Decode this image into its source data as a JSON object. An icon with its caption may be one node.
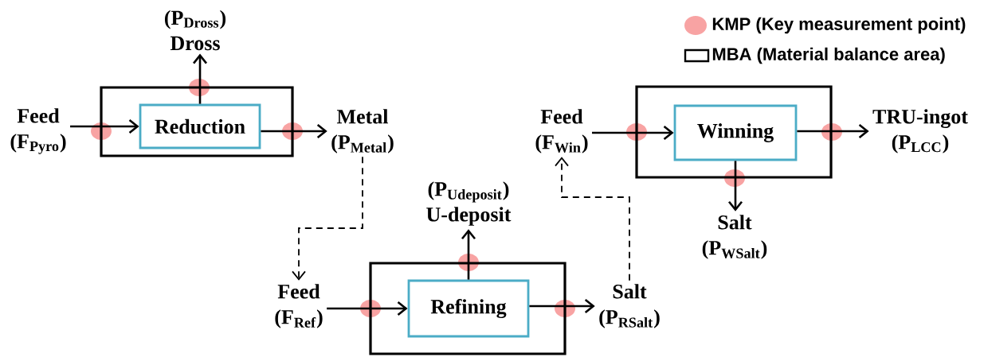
{
  "diagram": {
    "nodes": [
      {
        "text": [],
        "shape": "box"
      },
      {
        "text": [
          "Reduction"
        ],
        "in": 0
      },
      {
        "text": [
          "Feed",
          "(F$_{Pyro}$)"
        ]
      },
      {
        "text": [
          "Metal",
          "(P$_{Metal}$)"
        ]
      },
      {
        "text": [
          "(P$_{Dross}$)",
          "Dross"
        ]
      },
      {
        "text": [],
        "shape": "box"
      },
      {
        "text": [
          "Refining"
        ],
        "in": 5
      },
      {
        "text": [
          "Feed",
          "(F$_{Ref}$)"
        ]
      },
      {
        "text": [
          "Salt",
          "(P$_{RSalt}$)"
        ]
      },
      {
        "text": [
          "(P$_{Udeposit}$)",
          "U-deposit"
        ]
      },
      {
        "text": [],
        "shape": "box"
      },
      {
        "text": [
          "Winning"
        ],
        "in": 10
      },
      {
        "text": [
          "Feed",
          "(F$_{Win}$)"
        ]
      },
      {
        "text": [
          "TRU-ingot",
          "(P$_{LCC}$)"
        ]
      },
      {
        "text": [
          "Salt",
          "(P$_{WSalt}$)"
        ]
      }
    ],
    "edges": [
      {
        "from": 2,
        "to": 1,
        "arrow": "to"
      },
      {
        "from": 1,
        "to": 4,
        "arrow": "to"
      },
      {
        "from": 1,
        "to": 3,
        "arrow": "to"
      },
      {
        "from": 3,
        "to": 7,
        "arrow": "to",
        "style": "dashed"
      },
      {
        "from": 7,
        "to": 6,
        "arrow": "to"
      },
      {
        "from": 6,
        "to": 9,
        "arrow": "to"
      },
      {
        "from": 6,
        "to": 8,
        "arrow": "to"
      },
      {
        "from": 8,
        "to": 12,
        "arrow": "to",
        "style": "dashed"
      },
      {
        "from": 12,
        "to": 11,
        "arrow": "to"
      },
      {
        "from": 11,
        "to": 13,
        "arrow": "to"
      },
      {
        "from": 11,
        "to": 14,
        "arrow": "to"
      }
    ],
    "legend": [
      {
        "text": "KMP (Key measurement point)",
        "color": "#f8a3a3"
      },
      {
        "text": "MBA (Material balance area)"
      }
    ]
  }
}
